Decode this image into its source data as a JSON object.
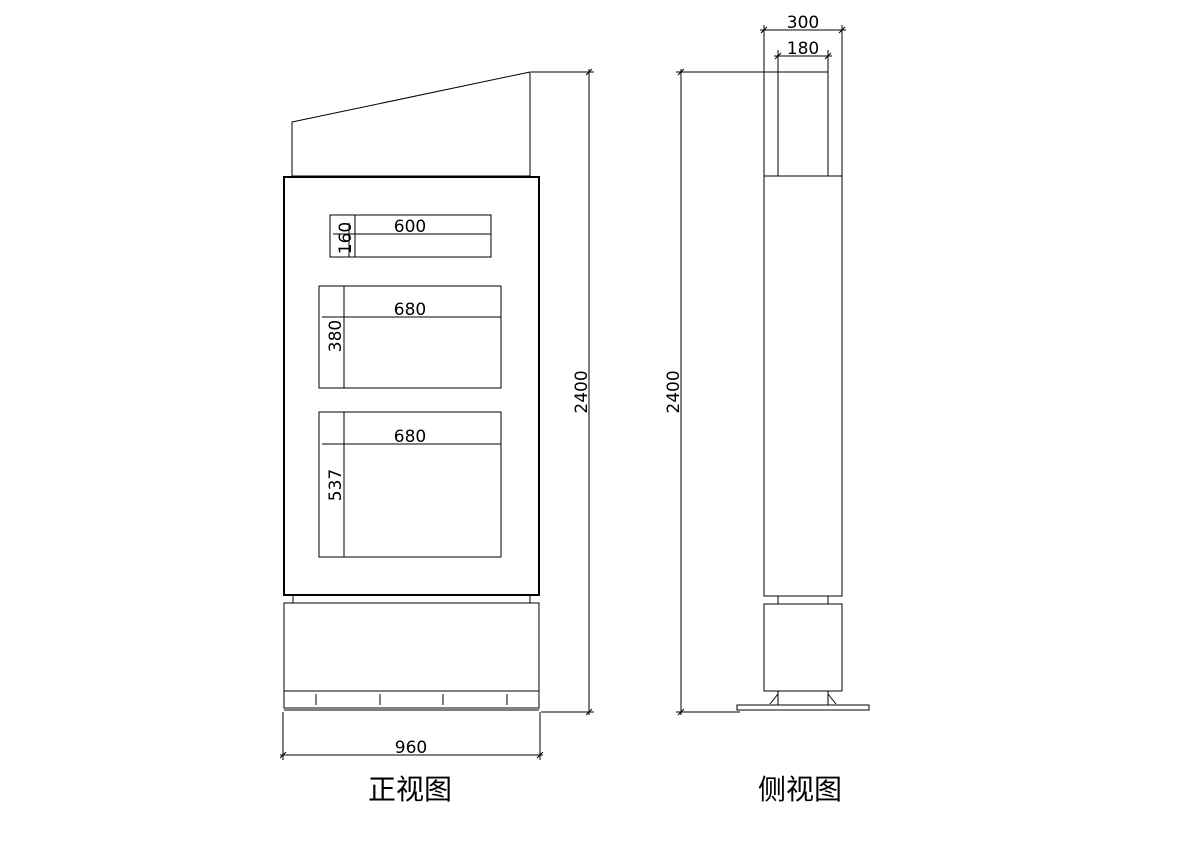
{
  "front_view": {
    "caption": "正视图",
    "dimensions": {
      "panel1_width": "600",
      "panel1_height": "160",
      "panel2_width": "680",
      "panel2_height": "380",
      "panel3_width": "680",
      "panel3_height": "537",
      "overall_width": "960",
      "overall_height": "2400"
    }
  },
  "side_view": {
    "caption": "侧视图",
    "dimensions": {
      "outer_depth": "300",
      "inner_depth": "180",
      "overall_height": "2400"
    }
  }
}
